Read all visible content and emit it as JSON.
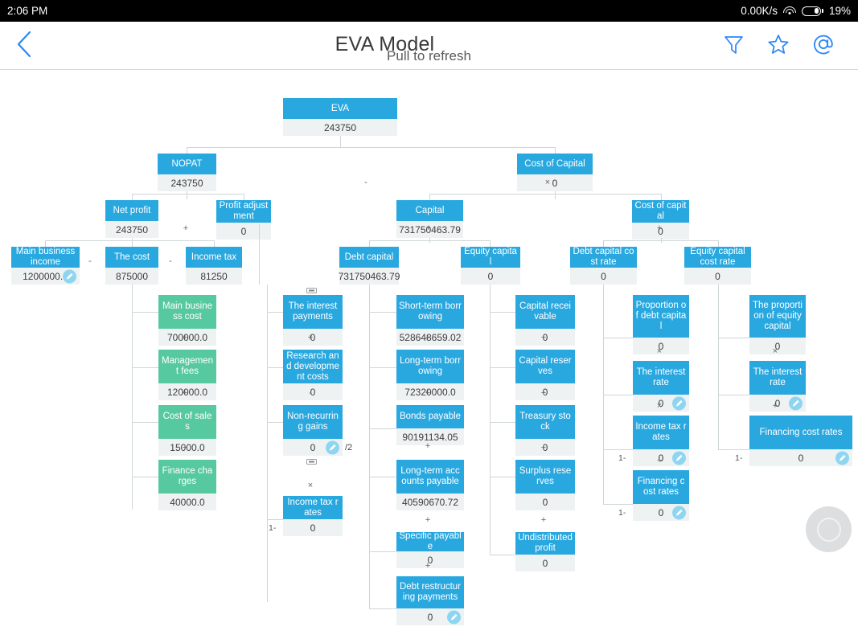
{
  "statusbar": {
    "time": "2:06 PM",
    "net_speed": "0.00K/s",
    "battery_pct": "19%"
  },
  "appbar": {
    "title": "EVA Model",
    "back_icon": "chevron-left-icon",
    "filter_icon": "funnel-filter-icon",
    "favorite_icon": "star-icon",
    "mention_icon": "at-sign-icon"
  },
  "refresh_hint": "Pull to refresh",
  "colors": {
    "node_blue": "#29a8e0",
    "node_green": "#57c9a0",
    "value_bg": "#eef2f2",
    "accent_blue": "#1e88e5",
    "edit_badge": "#8ed5f2"
  },
  "tree": {
    "title": "EVA Model",
    "nodes": [
      {
        "id": "eva",
        "label": "EVA",
        "value": "243750",
        "color": "blue",
        "edit": false
      },
      {
        "id": "nopat",
        "label": "NOPAT",
        "value": "243750",
        "color": "blue",
        "edit": false
      },
      {
        "id": "cost_capital",
        "label": "Cost of Capital",
        "value": "0",
        "color": "blue",
        "edit": false
      },
      {
        "id": "net_profit",
        "label": "Net profit",
        "value": "243750",
        "color": "blue",
        "edit": false
      },
      {
        "id": "profit_adjust",
        "label": "Profit adjustment",
        "value": "0",
        "color": "blue",
        "edit": false
      },
      {
        "id": "capital",
        "label": "Capital",
        "value": "731750463.79",
        "color": "blue",
        "edit": false
      },
      {
        "id": "cost_of_cap",
        "label": "Cost of capital",
        "value": "0",
        "color": "blue",
        "edit": false
      },
      {
        "id": "main_income",
        "label": "Main business income",
        "value": "1200000.0",
        "color": "blue",
        "edit": true
      },
      {
        "id": "the_cost",
        "label": "The cost",
        "value": "875000",
        "color": "blue",
        "edit": false
      },
      {
        "id": "income_tax",
        "label": "Income tax",
        "value": "81250",
        "color": "blue",
        "edit": false
      },
      {
        "id": "debt_capital",
        "label": "Debt capital",
        "value": "731750463.79",
        "color": "blue",
        "edit": false
      },
      {
        "id": "equity_capital",
        "label": "Equity capital",
        "value": "0",
        "color": "blue",
        "edit": false
      },
      {
        "id": "debt_cost_rate",
        "label": "Debt capital cost rate",
        "value": "0",
        "color": "blue",
        "edit": false
      },
      {
        "id": "equity_cost_rate",
        "label": "Equity capital cost rate",
        "value": "0",
        "color": "blue",
        "edit": false
      },
      {
        "id": "main_bus_cost",
        "label": "Main business cost",
        "value": "700000.0",
        "color": "green",
        "edit": false
      },
      {
        "id": "mgmt_fees",
        "label": "Management fees",
        "value": "120000.0",
        "color": "green",
        "edit": false
      },
      {
        "id": "cost_of_sales",
        "label": "Cost of sales",
        "value": "15000.0",
        "color": "green",
        "edit": false
      },
      {
        "id": "finance_charges",
        "label": "Finance charges",
        "value": "40000.0",
        "color": "green",
        "edit": false
      },
      {
        "id": "interest_pay",
        "label": "The interest payments",
        "value": "0",
        "color": "blue",
        "edit": false
      },
      {
        "id": "rnd_costs",
        "label": "Research and development costs",
        "value": "0",
        "color": "blue",
        "edit": false
      },
      {
        "id": "nonrecurring",
        "label": "Non-recurring gains",
        "value": "0",
        "color": "blue",
        "edit": true,
        "suffix": "/2"
      },
      {
        "id": "inc_tax_rates1",
        "label": "Income tax rates",
        "value": "0",
        "color": "blue",
        "edit": false,
        "prefix": "1-"
      },
      {
        "id": "short_borrow",
        "label": "Short-term borrowing",
        "value": "528648659.02",
        "color": "blue",
        "edit": false
      },
      {
        "id": "long_borrow",
        "label": "Long-term borrowing",
        "value": "72320000.0",
        "color": "blue",
        "edit": false
      },
      {
        "id": "bonds_payable",
        "label": "Bonds payable",
        "value": "90191134.05",
        "color": "blue",
        "edit": false
      },
      {
        "id": "long_acct_pay",
        "label": "Long-term accounts payable",
        "value": "40590670.72",
        "color": "blue",
        "edit": false
      },
      {
        "id": "specific_pay",
        "label": "Specific payable",
        "value": "0",
        "color": "blue",
        "edit": false
      },
      {
        "id": "debt_restruct",
        "label": "Debt restructuring payments",
        "value": "0",
        "color": "blue",
        "edit": true
      },
      {
        "id": "cap_receivable",
        "label": "Capital receivable",
        "value": "0",
        "color": "blue",
        "edit": false
      },
      {
        "id": "cap_reserves",
        "label": "Capital reserves",
        "value": "0",
        "color": "blue",
        "edit": false
      },
      {
        "id": "treasury_stock",
        "label": "Treasury stock",
        "value": "0",
        "color": "blue",
        "edit": false
      },
      {
        "id": "surplus_res",
        "label": "Surplus reserves",
        "value": "0",
        "color": "blue",
        "edit": false
      },
      {
        "id": "undist_profit",
        "label": "Undistributed profit",
        "value": "0",
        "color": "blue",
        "edit": false
      },
      {
        "id": "prop_debt_cap",
        "label": "Proportion of debt capital",
        "value": "0",
        "color": "blue",
        "edit": false
      },
      {
        "id": "int_rate_1",
        "label": "The interest rate",
        "value": "0",
        "color": "blue",
        "edit": true
      },
      {
        "id": "inc_tax_rates2",
        "label": "Income tax rates",
        "value": "0",
        "color": "blue",
        "edit": true,
        "prefix": "1-"
      },
      {
        "id": "fin_cost_rates1",
        "label": "Financing cost rates",
        "value": "0",
        "color": "blue",
        "edit": true,
        "prefix": "1-"
      },
      {
        "id": "prop_equity_cap",
        "label": "The proportion of equity capital",
        "value": "0",
        "color": "blue",
        "edit": false
      },
      {
        "id": "int_rate_2",
        "label": "The interest rate",
        "value": "0",
        "color": "blue",
        "edit": true
      },
      {
        "id": "fin_cost_rates2",
        "label": "Financing cost rates",
        "value": "0",
        "color": "blue",
        "edit": true,
        "prefix": "1-"
      }
    ],
    "operators": [
      "-",
      "+",
      "-",
      "-",
      "×",
      "+",
      "+",
      "+",
      "+",
      "+",
      "-",
      "×",
      "+",
      "+",
      "+",
      "+",
      "+",
      "+",
      "+",
      "+",
      "+",
      "×",
      "×",
      "÷",
      "×",
      "+"
    ]
  }
}
